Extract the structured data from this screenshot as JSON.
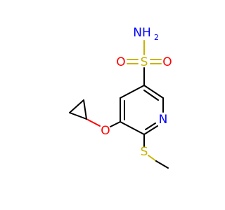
{
  "molecule": {
    "atoms": {
      "sulfonyl_S": "S",
      "sulfonyl_O_left": "O",
      "sulfonyl_O_right": "O",
      "amide_N": "NH",
      "amide_H_subscript": "2",
      "ring_N": "N",
      "ether_O": "O",
      "thio_S": "S"
    },
    "colors": {
      "sulfur": "#c8b400",
      "oxygen": "#ff0000",
      "nitrogen": "#0000ff",
      "carbon_bonds": "#000000"
    }
  }
}
